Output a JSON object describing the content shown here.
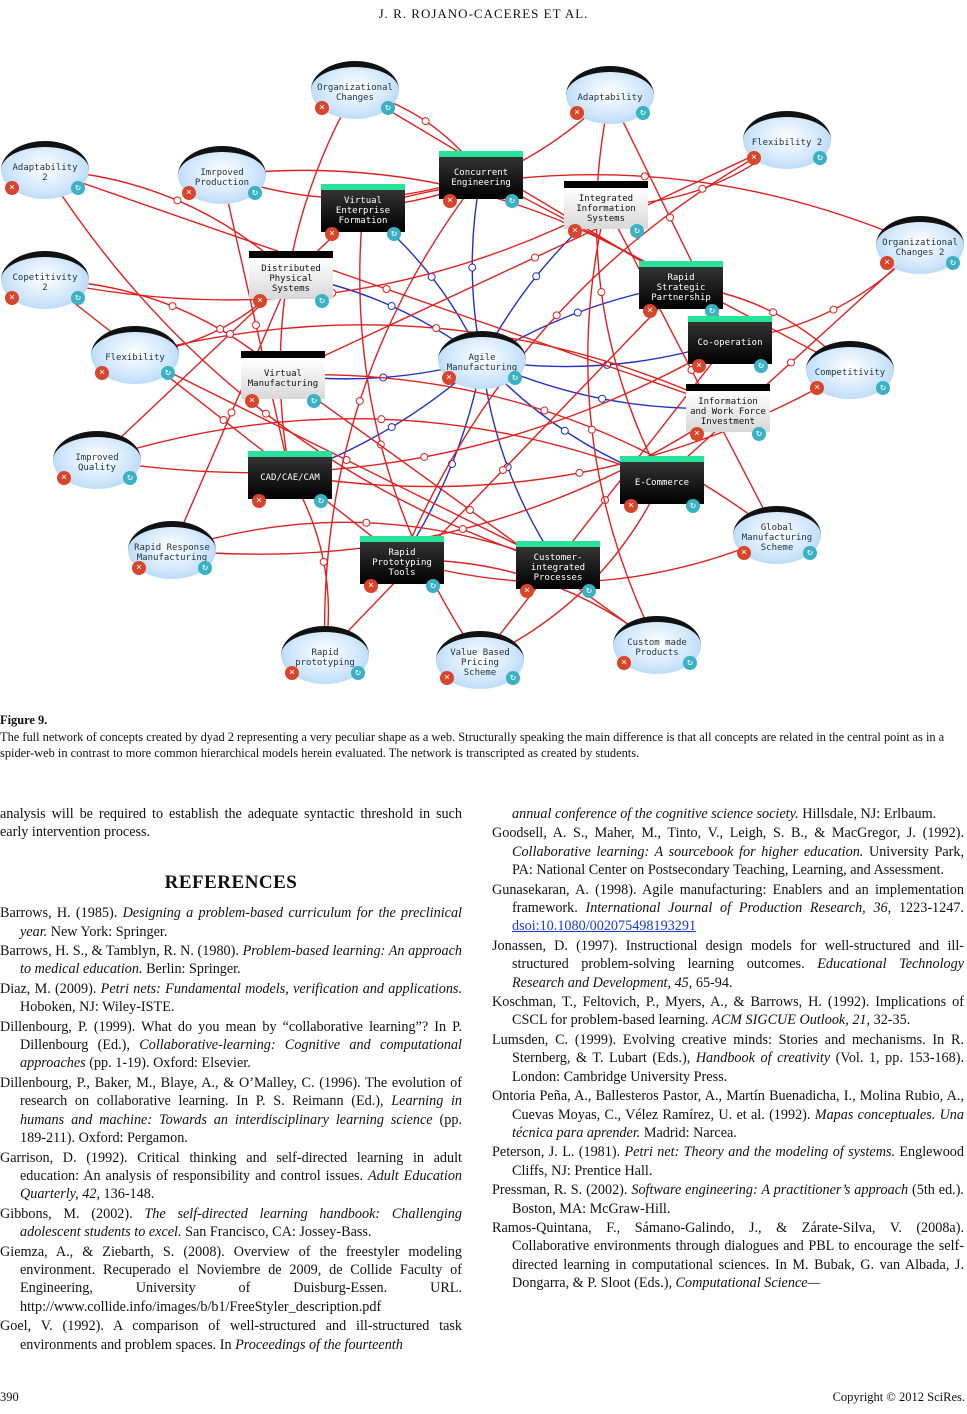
{
  "header": "J. R. ROJANO-CACERES    ET    AL.",
  "nodes": [
    {
      "id": "agile",
      "label": "Agile\nManufacturing",
      "kind": "bubble"
    },
    {
      "id": "orgch",
      "label": "Organizational\nChanges",
      "kind": "bubble"
    },
    {
      "id": "adapt",
      "label": "Adaptability",
      "kind": "bubble"
    },
    {
      "id": "flex2",
      "label": "Flexibility 2",
      "kind": "bubble"
    },
    {
      "id": "adapt2",
      "label": "Adaptability\n2",
      "kind": "bubble"
    },
    {
      "id": "improd",
      "label": "Imrpoved\nProduction",
      "kind": "bubble"
    },
    {
      "id": "orgch2",
      "label": "Organizational\nChanges 2",
      "kind": "bubble"
    },
    {
      "id": "copet2",
      "label": "Copetitivity\n2",
      "kind": "bubble"
    },
    {
      "id": "flex",
      "label": "Flexibility",
      "kind": "bubble"
    },
    {
      "id": "compet",
      "label": "Competitivity",
      "kind": "bubble"
    },
    {
      "id": "impq",
      "label": "Improved\nQuality",
      "kind": "bubble"
    },
    {
      "id": "gms",
      "label": "Global\nManufacturing\nScheme",
      "kind": "bubble"
    },
    {
      "id": "rrm",
      "label": "Rapid Response\nManufacturing",
      "kind": "bubble"
    },
    {
      "id": "rproto",
      "label": "Rapid\nprototyping",
      "kind": "bubble"
    },
    {
      "id": "vbps",
      "label": "Value Based\nPricing\nScheme",
      "kind": "bubble"
    },
    {
      "id": "cmp",
      "label": "Custom made\nProducts",
      "kind": "bubble"
    },
    {
      "id": "ce",
      "label": "Concurrent\nEngineering",
      "kind": "dark"
    },
    {
      "id": "vef",
      "label": "Virtual\nEnterprise\nFormation",
      "kind": "dark"
    },
    {
      "id": "iis",
      "label": "Integrated\nInformation\nSystems",
      "kind": "light"
    },
    {
      "id": "dps",
      "label": "Distributed\nPhysical\nSystems",
      "kind": "light"
    },
    {
      "id": "rsp",
      "label": "Rapid\nStrategic\nPartnership",
      "kind": "dark"
    },
    {
      "id": "coop",
      "label": "Co-operation",
      "kind": "dark"
    },
    {
      "id": "vm",
      "label": "Virtual\nManufacturing",
      "kind": "light"
    },
    {
      "id": "iwfi",
      "label": "Information\nand Work Force\nInvestment",
      "kind": "light"
    },
    {
      "id": "cad",
      "label": "CAD/CAE/CAM",
      "kind": "dark"
    },
    {
      "id": "ecom",
      "label": "E-Commerce",
      "kind": "dark"
    },
    {
      "id": "rpt",
      "label": "Rapid\nPrototyping\nTools",
      "kind": "dark"
    },
    {
      "id": "cip",
      "label": "Customer-\nintegrated\nProcesses",
      "kind": "dark"
    }
  ],
  "caption": {
    "title": "Figure 9.",
    "text": "The full network of concepts created by dyad 2 representing a very peculiar shape as a web. Structurally speaking the main difference is that all concepts are related in the central point as in a spider-web in contrast to more common hierarchical models herein evaluated. The network is transcripted as created by students."
  },
  "body_text": "analysis will be required to establish the adequate syntactic threshold in such early intervention process.",
  "references_heading": "REFERENCES",
  "references_left": [
    [
      [
        "Barrows, H. (1985). ",
        0
      ],
      [
        "Designing a problem-based curriculum for the preclinical year.",
        1
      ],
      [
        " New York: Springer.",
        0
      ]
    ],
    [
      [
        "Barrows, H. S., & Tamblyn, R. N. (1980). ",
        0
      ],
      [
        "Problem-based learning: An approach to medical education.",
        1
      ],
      [
        " Berlin: Springer.",
        0
      ]
    ],
    [
      [
        "Diaz, M. (2009). ",
        0
      ],
      [
        "Petri nets: Fundamental models, verification and applications.",
        1
      ],
      [
        " Hoboken, NJ: Wiley-ISTE.",
        0
      ]
    ],
    [
      [
        "Dillenbourg, P. (1999). What do you mean by “collaborative learning”? In P. Dillenbourg (Ed.), ",
        0
      ],
      [
        "Collaborative-learning: Cognitive and computational approaches",
        1
      ],
      [
        " (pp. 1-19). Oxford: Elsevier.",
        0
      ]
    ],
    [
      [
        "Dillenbourg, P., Baker, M., Blaye, A., & O’Malley, C. (1996). The evolution of research on collaborative learning. In P. S. Reimann (Ed.), ",
        0
      ],
      [
        "Learning in humans and machine: Towards an interdisciplinary learning science",
        1
      ],
      [
        " (pp. 189-211). Oxford: Pergamon.",
        0
      ]
    ],
    [
      [
        "Garrison, D. (1992). Critical thinking and self-directed learning in adult education: An analysis of responsibility and control issues. ",
        0
      ],
      [
        "Adult Education Quarterly, 42,",
        1
      ],
      [
        " 136-148.",
        0
      ]
    ],
    [
      [
        "Gibbons, M. (2002). ",
        0
      ],
      [
        "The self-directed learning handbook: Challenging adolescent students to excel.",
        1
      ],
      [
        " San Francisco, CA: Jossey-Bass.",
        0
      ]
    ],
    [
      [
        "Giemza, A., & Ziebarth, S. (2008). Overview of the freestyler modeling environment. Recuperado el Noviembre de 2009, de Collide Faculty of Engineering, University of Duisburg-Essen. URL. http://www.collide.info/images/b/b1/FreeStyler_description.pdf",
        0
      ]
    ],
    [
      [
        "Goel, V. (1992). A comparison of well-structured and ill-structured task environments and problem spaces. In ",
        0
      ],
      [
        "Proceedings of the fourteenth",
        1
      ]
    ]
  ],
  "references_right": [
    [
      [
        "annual conference of the cognitive science society.",
        1
      ],
      [
        " Hillsdale, NJ: Erlbaum.",
        0
      ]
    ],
    [
      [
        "Goodsell, A. S., Maher, M., Tinto, V., Leigh, S. B., & MacGregor, J. (1992). ",
        0
      ],
      [
        "Collaborative learning: A sourcebook for higher education.",
        1
      ],
      [
        " University Park, PA: National Center on Postsecondary Teaching, Learning, and Assessment.",
        0
      ]
    ],
    [
      [
        "Gunasekaran, A. (1998). Agile manufacturing: Enablers and an implementation framework. ",
        0
      ],
      [
        "International Journal of Production Research, 36,",
        1
      ],
      [
        " 1223-1247. ",
        0
      ],
      [
        "dsoi:10.1080/002075498193291",
        2
      ]
    ],
    [
      [
        "Jonassen, D. (1997). Instructional design models for well-structured and ill-structured problem-solving learning outcomes. ",
        0
      ],
      [
        "Educational Technology Research and Development, 45,",
        1
      ],
      [
        " 65-94.",
        0
      ]
    ],
    [
      [
        "Koschman, T., Feltovich, P., Myers, A., & Barrows, H. (1992). Implications of CSCL for problem-based learning. ",
        0
      ],
      [
        "ACM SIGCUE Outlook, 21,",
        1
      ],
      [
        " 32-35.",
        0
      ]
    ],
    [
      [
        "Lumsden, C. (1999). Evolving creative minds: Stories and mechanisms. In R. Sternberg, & T. Lubart (Eds.), ",
        0
      ],
      [
        "Handbook of creativity",
        1
      ],
      [
        " (Vol. 1, pp. 153-168). London: Cambridge University Press.",
        0
      ]
    ],
    [
      [
        "Ontoria Peña, A., Ballesteros Pastor, A., Martín Buenadicha, I., Molina Rubio, A., Cuevas Moyas, C., Vélez Ramírez, U. et al. (1992). ",
        0
      ],
      [
        "Mapas conceptuales. Una técnica para aprender.",
        1
      ],
      [
        " Madrid: Narcea.",
        0
      ]
    ],
    [
      [
        "Peterson, J. L. (1981). ",
        0
      ],
      [
        "Petri net: Theory and the modeling of systems.",
        1
      ],
      [
        " Englewood Cliffs, NJ: Prentice Hall.",
        0
      ]
    ],
    [
      [
        "Pressman, R. S. (2002). ",
        0
      ],
      [
        "Software engineering: A practitioner’s approach",
        1
      ],
      [
        " (5th ed.). Boston, MA: McGraw-Hill.",
        0
      ]
    ],
    [
      [
        "Ramos-Quintana, F., Sámano-Galindo, J., & Zárate-Silva, V. (2008a). Collaborative environments through dialogues and PBL to encourage the self-directed learning in computational sciences. In M. Bubak, G. van Albada, J. Dongarra, & P. Sloot (Eds.), ",
        0
      ],
      [
        "Computational Science—",
        1
      ]
    ]
  ],
  "footer": {
    "page_number": "390",
    "copyright": "Copyright © 2012 SciRes."
  },
  "colors": {
    "edge_red": "#e02020",
    "edge_blue": "#2230c8",
    "box_accent": "#27e39a"
  }
}
